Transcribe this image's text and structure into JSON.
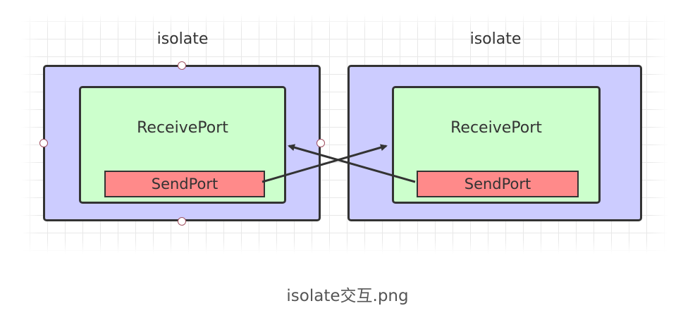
{
  "diagram": {
    "isolates": [
      {
        "label": "isolate",
        "receive_port_label": "ReceivePort",
        "send_port_label": "SendPort"
      },
      {
        "label": "isolate",
        "receive_port_label": "ReceivePort",
        "send_port_label": "SendPort"
      }
    ],
    "connections": [
      {
        "from": "isolate-1-send-port",
        "to": "isolate-2-receive-port"
      },
      {
        "from": "isolate-2-send-port",
        "to": "isolate-1-receive-port"
      }
    ],
    "colors": {
      "isolate_fill": "#ccccff",
      "receive_port_fill": "#ccffcc",
      "send_port_fill": "#ff8a8a",
      "stroke": "#333333"
    }
  },
  "caption": "isolate交互.png"
}
